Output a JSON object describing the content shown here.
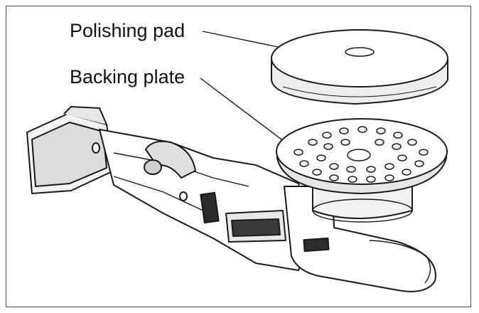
{
  "labels": {
    "polishing_pad": "Polishing pad",
    "backing_plate": "Backing plate"
  },
  "colors": {
    "line": "#1a1a1a",
    "shade": "#d9d9d9",
    "dark": "#2b2b2b"
  },
  "icons": [
    "polisher-tool",
    "polishing-pad",
    "backing-plate"
  ]
}
